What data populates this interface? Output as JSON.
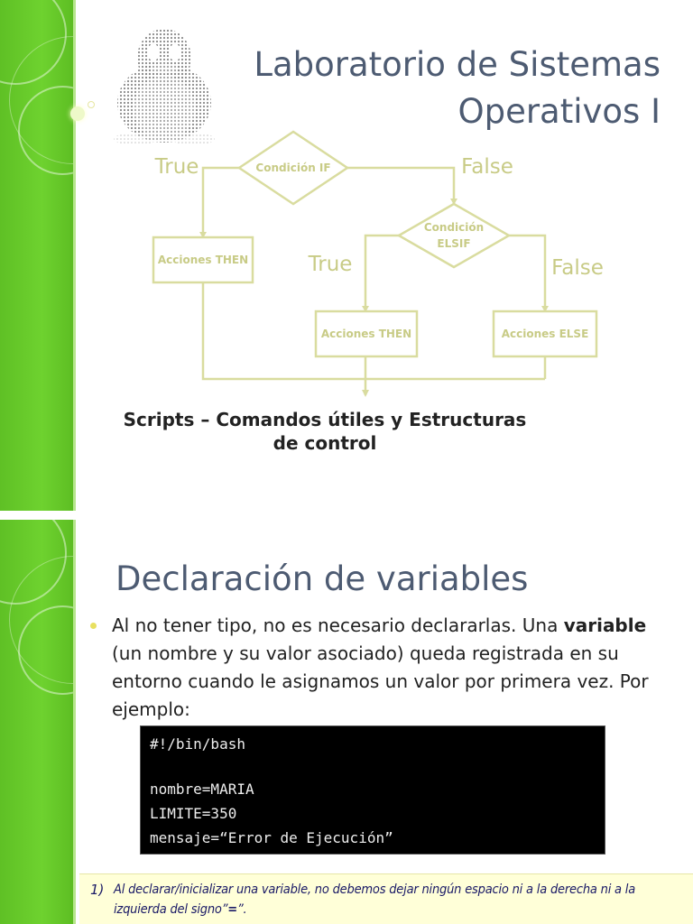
{
  "slide1": {
    "title_line1": "Laboratorio de Sistemas",
    "title_line2": "Operativos I",
    "subtitle_line1": "Scripts – Comandos útiles y Estructuras",
    "subtitle_line2": "de control",
    "flowchart": {
      "cond_if": "Condición IF",
      "cond_elsif_line1": "Condición",
      "cond_elsif_line2": "ELSIF",
      "true1": "True",
      "false1": "False",
      "true2": "True",
      "false2": "False",
      "then1": "Acciones THEN",
      "then2": "Acciones THEN",
      "else": "Acciones ELSE"
    }
  },
  "slide2": {
    "title": "Declaración de variables",
    "bullet": {
      "part1": "Al no tener tipo, no es necesario declararlas. Una ",
      "bold": "variable",
      "part2": " (un nombre y su valor asociado) queda registrada en su entorno cuando le asignamos un valor por primera vez. Por ejemplo:"
    },
    "code_lines": [
      "#!/bin/bash",
      "",
      "nombre=MARIA",
      "LIMITE=350",
      "mensaje=“Error de Ejecución”"
    ],
    "note": {
      "number": "1)",
      "text": "Al declarar/inicializar una variable, no debemos dejar ningún espacio ni a la derecha ni a la izquierda del signo”",
      "bold": "=",
      "end": "”."
    }
  },
  "colors": {
    "sidebar_green": "#6ed22f",
    "title_color": "#4d5b72",
    "flowchart_color": "#d9dc9f",
    "note_background": "#ffffd8",
    "code_background": "#000000"
  }
}
